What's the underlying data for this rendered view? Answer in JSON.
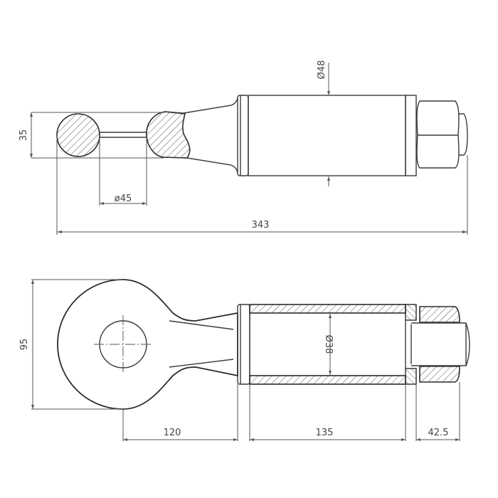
{
  "drawing": {
    "title": "Towing eye bolt technical drawing",
    "colors": {
      "line": "#2b2b2b",
      "dimension": "#555555",
      "background": "#ffffff"
    }
  },
  "top_view": {
    "dimensions": {
      "section_height": "35",
      "eye_inner_diameter": "ø45",
      "body_diameter": "Ø48",
      "overall_length": "343"
    }
  },
  "bottom_view": {
    "dimensions": {
      "eye_outer_height": "95",
      "eye_center_to_body": "120",
      "body_length": "135",
      "nut_length": "42.5",
      "bore_diameter": "Ø38"
    }
  }
}
